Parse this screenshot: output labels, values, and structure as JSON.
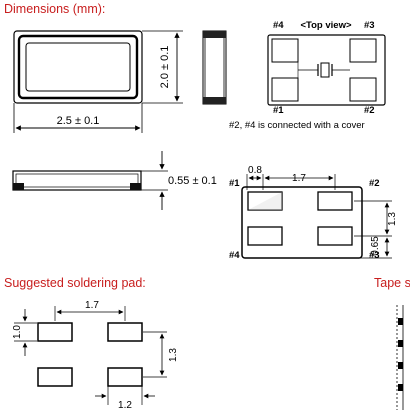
{
  "headings": {
    "dimensions": "Dimensions (mm):",
    "soldering": "Suggested soldering pad:",
    "tape": "Tape s"
  },
  "top_view": {
    "label": "<Top view>",
    "pins": {
      "p4": "#4",
      "p3": "#3",
      "p1": "#1",
      "p2": "#2"
    },
    "note": "#2, #4 is connected with a cover"
  },
  "package": {
    "height": "2.0 ± 0.1",
    "width": "2.5 ± 0.1",
    "thickness": "0.55 ± 0.1"
  },
  "bottom_view": {
    "pins": {
      "p1": "#1",
      "p2": "#2",
      "p4": "#4",
      "p3": "#3"
    },
    "pad_offset": "0.8",
    "pad_pitch_x": "1.7",
    "pad_pitch_y": "1.3",
    "pad_size": "0.65"
  },
  "pad_layout": {
    "pitch_x": "1.7",
    "pad_height": "1.0",
    "pitch_y": "1.3",
    "pad_width": "1.2"
  },
  "colors": {
    "heading": "#c81e1e",
    "line": "#000000",
    "pad_fill": "#ffffff"
  }
}
